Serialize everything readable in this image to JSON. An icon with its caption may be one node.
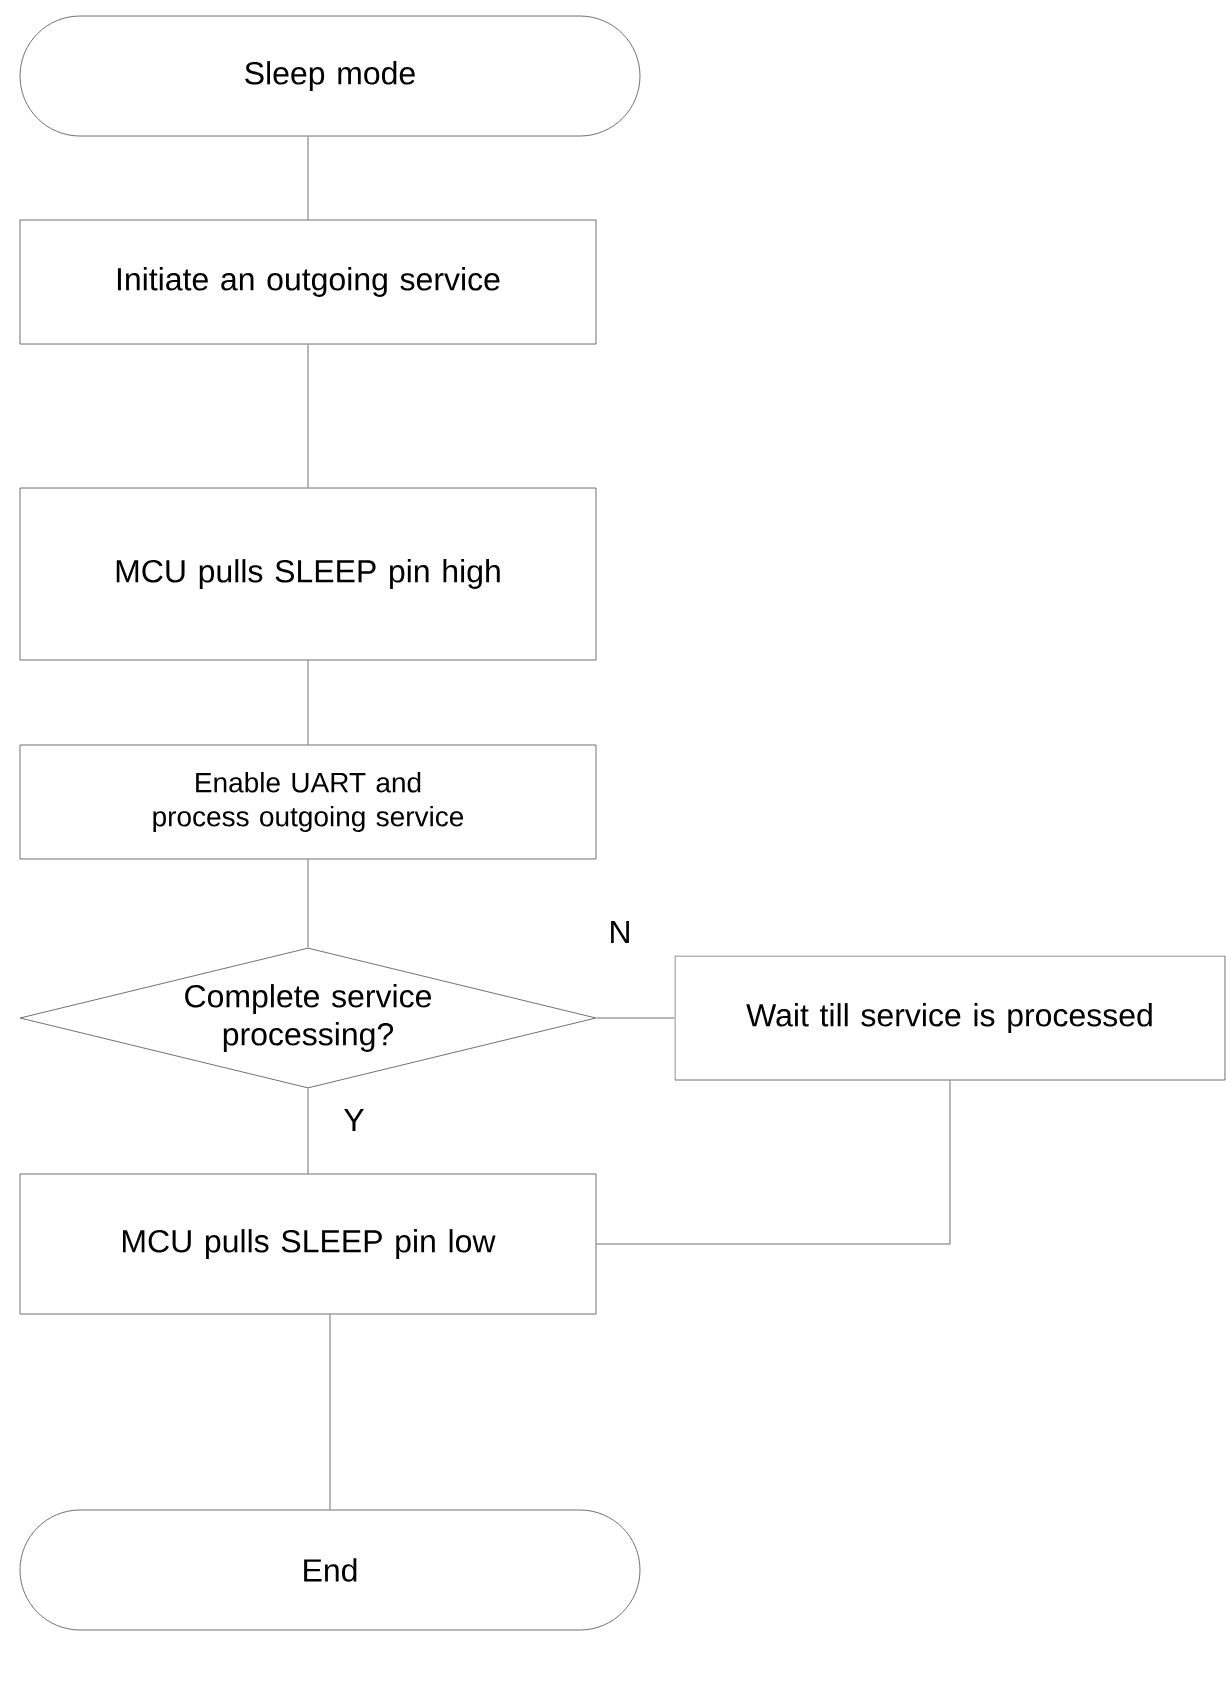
{
  "diagram": {
    "nodes": [
      {
        "text": [
          "Sleep mode"
        ]
      },
      {
        "text": [
          "Initiate an outgoing service"
        ]
      },
      {
        "text": [
          "MCU pulls SLEEP pin high"
        ]
      },
      {
        "text": [
          "Enable UART and process outgoing service"
        ]
      },
      {
        "text": [
          "Complete service processing?"
        ]
      },
      {
        "text": [
          "Wait till service is processed"
        ]
      },
      {
        "text": [
          "MCU pulls SLEEP pin low"
        ]
      },
      {
        "text": [
          "End"
        ]
      }
    ],
    "edges": [
      {
        "from": 0,
        "to": 1,
        "arrow": "none"
      },
      {
        "from": 1,
        "to": 2,
        "arrow": "none"
      },
      {
        "from": 2,
        "to": 3,
        "arrow": "none"
      },
      {
        "from": 3,
        "to": 4,
        "arrow": "none"
      },
      {
        "from": 4,
        "to": 5,
        "arrow": "none",
        "label": "N"
      },
      {
        "from": 4,
        "to": 6,
        "arrow": "none",
        "label": "Y"
      },
      {
        "from": 5,
        "to": 6,
        "arrow": "none"
      },
      {
        "from": 6,
        "to": 7,
        "arrow": "none"
      }
    ]
  }
}
